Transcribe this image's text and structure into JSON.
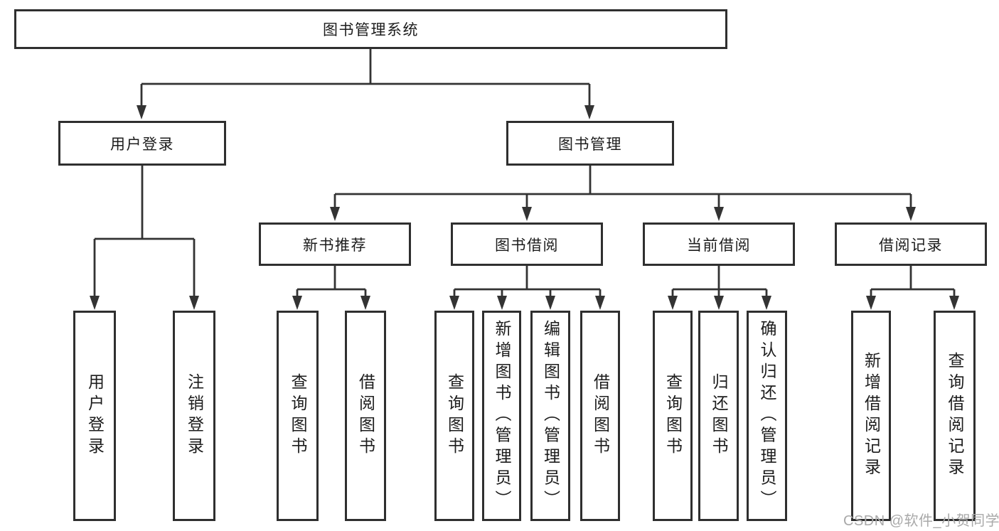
{
  "tree": {
    "root": {
      "label": "图书管理系统",
      "children": [
        {
          "label": "用户登录",
          "children": [
            {
              "label": "用户登录"
            },
            {
              "label": "注销登录"
            }
          ]
        },
        {
          "label": "图书管理",
          "children": [
            {
              "label": "新书推荐",
              "children": [
                {
                  "label": "查询图书"
                },
                {
                  "label": "借阅图书"
                }
              ]
            },
            {
              "label": "图书借阅",
              "children": [
                {
                  "label": "查询图书"
                },
                {
                  "label": "新增图书（管理员）"
                },
                {
                  "label": "编辑图书（管理员）"
                },
                {
                  "label": "借阅图书"
                }
              ]
            },
            {
              "label": "当前借阅",
              "children": [
                {
                  "label": "查询图书"
                },
                {
                  "label": "归还图书"
                },
                {
                  "label": "确认归还（管理员）"
                }
              ]
            },
            {
              "label": "借阅记录",
              "children": [
                {
                  "label": "新增借阅记录"
                },
                {
                  "label": "查询借阅记录"
                }
              ]
            }
          ]
        }
      ]
    }
  },
  "watermark": {
    "text": "CSDN @软件_小贺同学"
  },
  "colors": {
    "line": "#333333",
    "border": "#2f2f2f",
    "text": "#1c1c1c",
    "watermark": "#a9a9a9",
    "background": "#ffffff"
  }
}
